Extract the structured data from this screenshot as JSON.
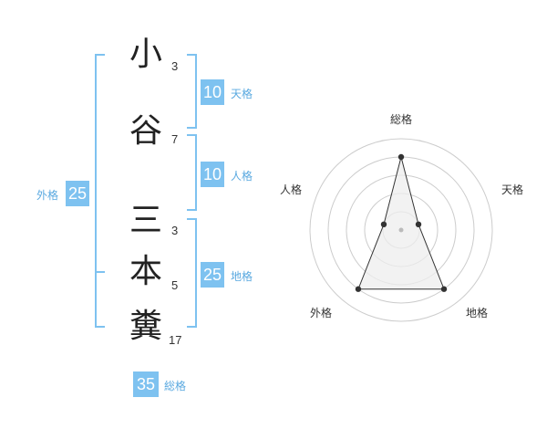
{
  "name": {
    "chars": [
      {
        "char": "小",
        "strokes": "3"
      },
      {
        "char": "谷",
        "strokes": "7"
      },
      {
        "char": "三",
        "strokes": "3"
      },
      {
        "char": "本",
        "strokes": "5"
      },
      {
        "char": "糞",
        "strokes": "17"
      }
    ]
  },
  "fortune": {
    "tenkaku": {
      "value": "10",
      "label": "天格"
    },
    "jinkaku": {
      "value": "10",
      "label": "人格"
    },
    "chikaku": {
      "value": "25",
      "label": "地格"
    },
    "gaikaku": {
      "value": "25",
      "label": "外格"
    },
    "soukaku": {
      "value": "35",
      "label": "総格"
    }
  },
  "colors": {
    "accent": "#7ec2f0",
    "bracket": "#7ec2f0",
    "radar_fill": "#eeeeee",
    "radar_grid": "#cccccc",
    "text": "#333333"
  },
  "chart_data": {
    "type": "radar",
    "axes": [
      "総格",
      "天格",
      "地格",
      "外格",
      "人格"
    ],
    "values": [
      4,
      1,
      4,
      4,
      1
    ],
    "max": 5,
    "rings": 5
  }
}
